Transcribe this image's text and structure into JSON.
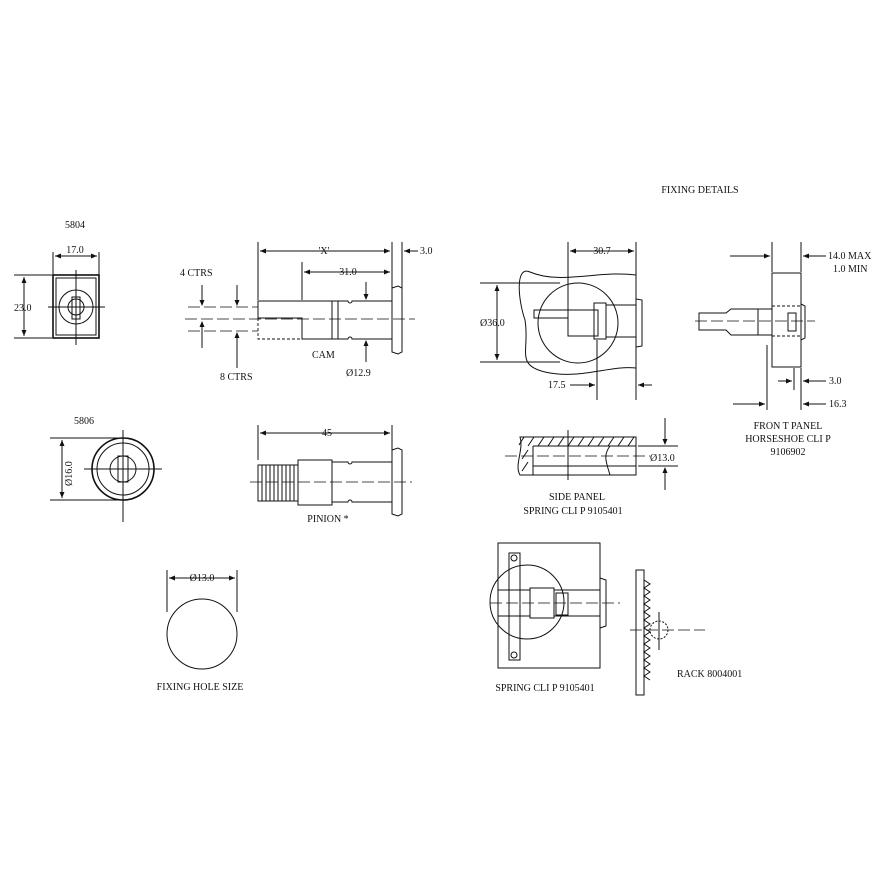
{
  "title": "FIXING DETAILS",
  "view_5804": {
    "label": "5804",
    "width": "17.0",
    "height": "23.0"
  },
  "cam_view": {
    "x_dim": "'X'",
    "dim_31": "31.0",
    "dim_3": "3.0",
    "ctrs4": "4 CTRS",
    "ctrs8": "8 CTRS",
    "cam": "CAM",
    "dia": "Ø12.9"
  },
  "view_5806": {
    "label": "5806",
    "dia": "Ø16.0"
  },
  "pinion_view": {
    "dim_45": "45",
    "label": "PINION *"
  },
  "fixing_hole": {
    "dia": "Ø13.0",
    "label": "FIXING HOLE SIZE"
  },
  "fixing_view": {
    "dim_30_7": "30.7",
    "dia": "Ø36.0",
    "dim_17_5": "17.5"
  },
  "front_panel": {
    "max": "14.0 MAX",
    "min": "1.0 MIN",
    "dim_3": "3.0",
    "dim_16_3": "16.3",
    "line1": "FRON T PANEL",
    "line2": "HORSESHOE CLI  P",
    "line3": "9106902"
  },
  "side_panel": {
    "dia": "Ø13.0",
    "line1": "SIDE  PANEL",
    "line2": "SPRING CLI P 9105401"
  },
  "spring_clip": {
    "label": "SPRING CLI P 9105401"
  },
  "rack": {
    "label": "RACK 8004001"
  }
}
